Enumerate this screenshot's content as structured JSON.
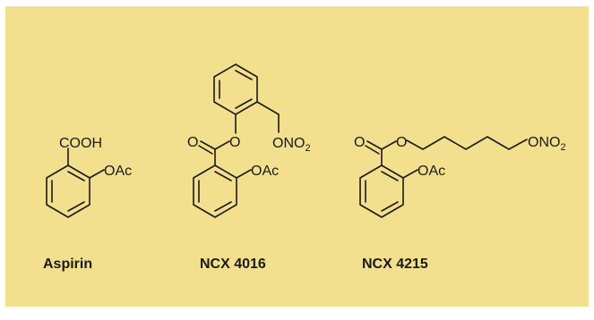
{
  "background_color": "#f2e08e",
  "ink_color": "#1a1a1a",
  "compounds": [
    {
      "name": "Aspirin",
      "labels": {
        "acid": "COOH",
        "acetoxy": "OAc"
      }
    },
    {
      "name": "NCX 4016",
      "labels": {
        "carbonyl_o": "O",
        "ester_o": "O",
        "acetoxy": "OAc",
        "nitrate_prefix": "ONO",
        "nitrate_sub": "2"
      }
    },
    {
      "name": "NCX 4215",
      "labels": {
        "carbonyl_o": "O",
        "ester_o": "O",
        "acetoxy": "OAc",
        "nitrate_prefix": "ONO",
        "nitrate_sub": "2"
      }
    }
  ]
}
